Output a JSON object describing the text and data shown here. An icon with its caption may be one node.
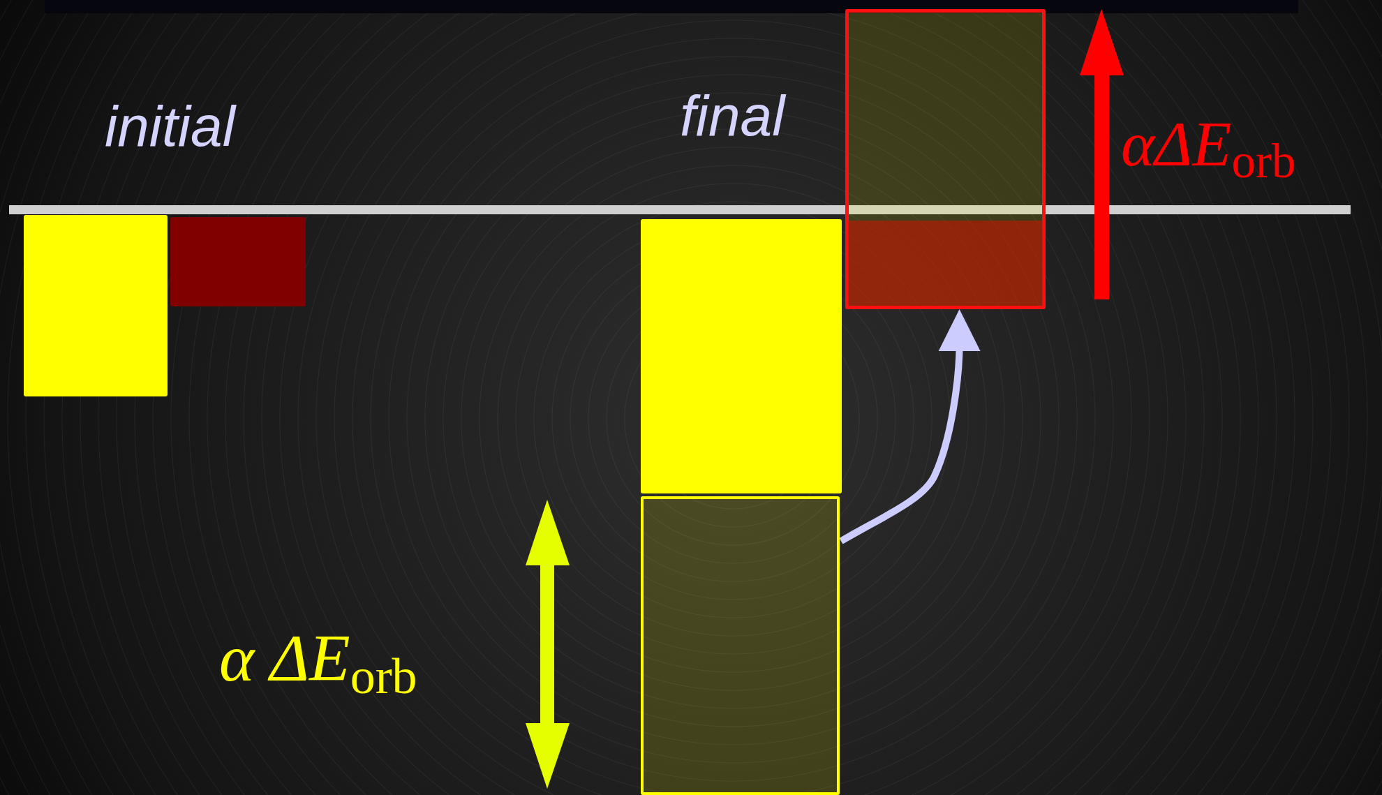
{
  "diagram": {
    "nodes": [
      {
        "text": [],
        "shape": "box"
      },
      {
        "text": [],
        "shape": "box"
      },
      {
        "text": [],
        "shape": "box"
      },
      {
        "text": [],
        "shape": "box"
      },
      {
        "text": [],
        "shape": "box"
      },
      {
        "text": [],
        "shape": "box",
        "in": 4
      }
    ],
    "edges": [
      {
        "from": 3,
        "to": 4,
        "arrow": "to"
      }
    ],
    "labels": [
      "initial",
      "final",
      "αΔE$_{orb}$",
      "α ΔE$_{orb}$"
    ]
  }
}
